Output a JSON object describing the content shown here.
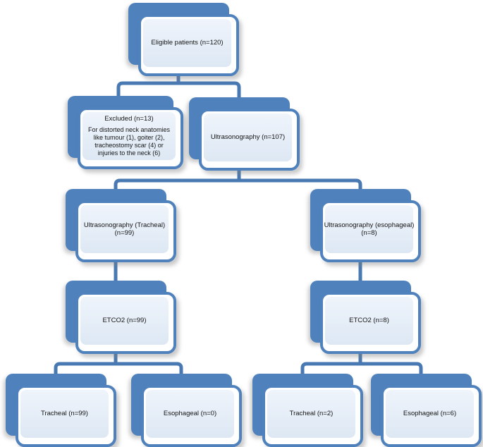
{
  "diagram": {
    "type": "flowchart",
    "accent_color": "#4f81bd",
    "connector_color": "#4979b2",
    "inner_fill_color": "#e4edf7",
    "nodes": {
      "eligible": {
        "label": "Eligible patients (n=120)"
      },
      "excluded": {
        "title": "Excluded (n=13)",
        "body_lines": [
          "For distorted neck anatomies",
          "like tumour (1), goiter (2),",
          "tracheostomy scar (4) or",
          "injuries to the neck (6)"
        ]
      },
      "ultrasonography": {
        "label": "Ultrasonography (n=107)"
      },
      "us_tracheal": {
        "label": "Ultrasonography (Tracheal)",
        "sublabel": "(n=99)"
      },
      "us_esophageal": {
        "label": "Ultrasonography (esophageal)",
        "sublabel": "(n=8)"
      },
      "etco2_tracheal": {
        "label": "ETCO2 (n=99)"
      },
      "etco2_esophageal": {
        "label": "ETCO2 (n=8)"
      },
      "final_tracheal_99": {
        "label": "Tracheal (n=99)"
      },
      "final_esophageal_0": {
        "label": "Esophageal (n=0)"
      },
      "final_tracheal_2": {
        "label": "Tracheal (n=2)"
      },
      "final_esophageal_6": {
        "label": "Esophageal (n=6)"
      }
    },
    "edges": [
      {
        "from": "eligible",
        "to": "excluded"
      },
      {
        "from": "eligible",
        "to": "ultrasonography"
      },
      {
        "from": "ultrasonography",
        "to": "us_tracheal"
      },
      {
        "from": "ultrasonography",
        "to": "us_esophageal"
      },
      {
        "from": "us_tracheal",
        "to": "etco2_tracheal"
      },
      {
        "from": "us_esophageal",
        "to": "etco2_esophageal"
      },
      {
        "from": "etco2_tracheal",
        "to": "final_tracheal_99"
      },
      {
        "from": "etco2_tracheal",
        "to": "final_esophageal_0"
      },
      {
        "from": "etco2_esophageal",
        "to": "final_tracheal_2"
      },
      {
        "from": "etco2_esophageal",
        "to": "final_esophageal_6"
      }
    ]
  }
}
